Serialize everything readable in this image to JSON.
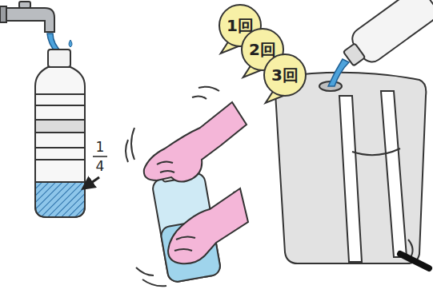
{
  "diagram": {
    "nodes": [
      {
        "text": [
          "1回"
        ]
      },
      {
        "text": [
          "2回"
        ]
      },
      {
        "text": [
          "3回"
        ]
      }
    ],
    "labels": [
      "1",
      "4"
    ]
  }
}
